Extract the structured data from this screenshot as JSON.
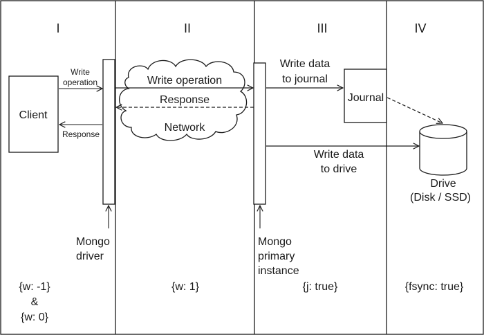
{
  "columns": [
    "I",
    "II",
    "III",
    "IV"
  ],
  "nodes": {
    "client": "Client",
    "journal": "Journal",
    "drive_label": "Drive",
    "drive_sub": "(Disk / SSD)",
    "driver_line1": "Mongo",
    "driver_line2": "driver",
    "primary_line1": "Mongo",
    "primary_line2": "primary",
    "primary_line3": "instance"
  },
  "edges": {
    "client_write_line1": "Write",
    "client_write_line2": "operation",
    "client_response": "Response",
    "write_operation": "Write operation",
    "response": "Response",
    "network": "Network",
    "journal_line1": "Write data",
    "journal_line2": "to journal",
    "drive_line1": "Write data",
    "drive_line2": "to drive"
  },
  "concerns": {
    "col1_line1": "{w: -1}",
    "col1_line2": "&",
    "col1_line3": "{w: 0}",
    "col2": "{w: 1}",
    "col3": "{j: true}",
    "col4": "{fsync: true}"
  }
}
